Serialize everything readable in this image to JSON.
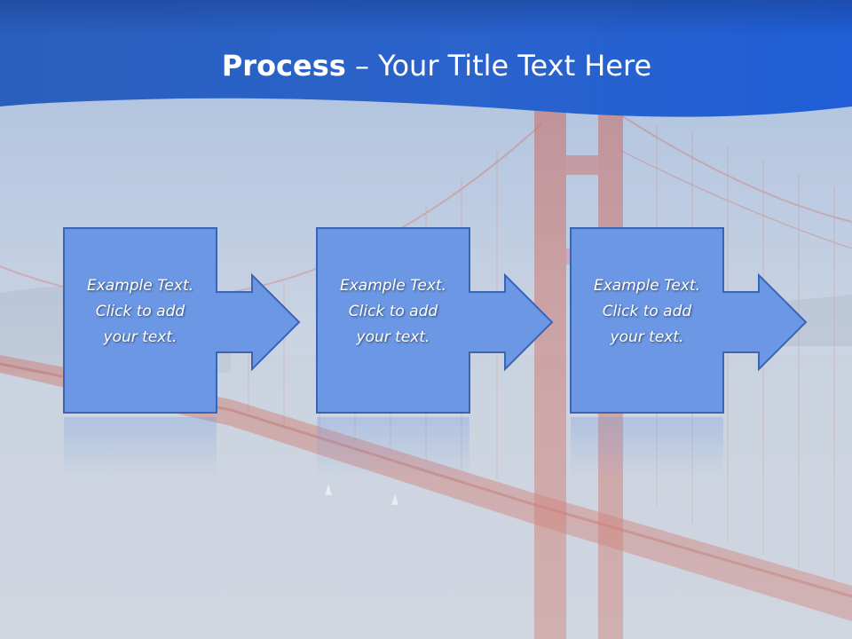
{
  "slide": {
    "title_bold": "Process",
    "title_rest": " – Your Title Text Here"
  },
  "steps": [
    {
      "text": "Example Text.\nClick  to add\nyour text."
    },
    {
      "text": "Example Text.\nClick  to add\nyour text."
    },
    {
      "text": "Example Text.\nClick  to add\nyour text."
    }
  ],
  "colors": {
    "header_blue": "#2a62c8",
    "box_fill": "#6b97e4",
    "box_border": "#3a64b4",
    "bridge_red": "#c8584a"
  }
}
